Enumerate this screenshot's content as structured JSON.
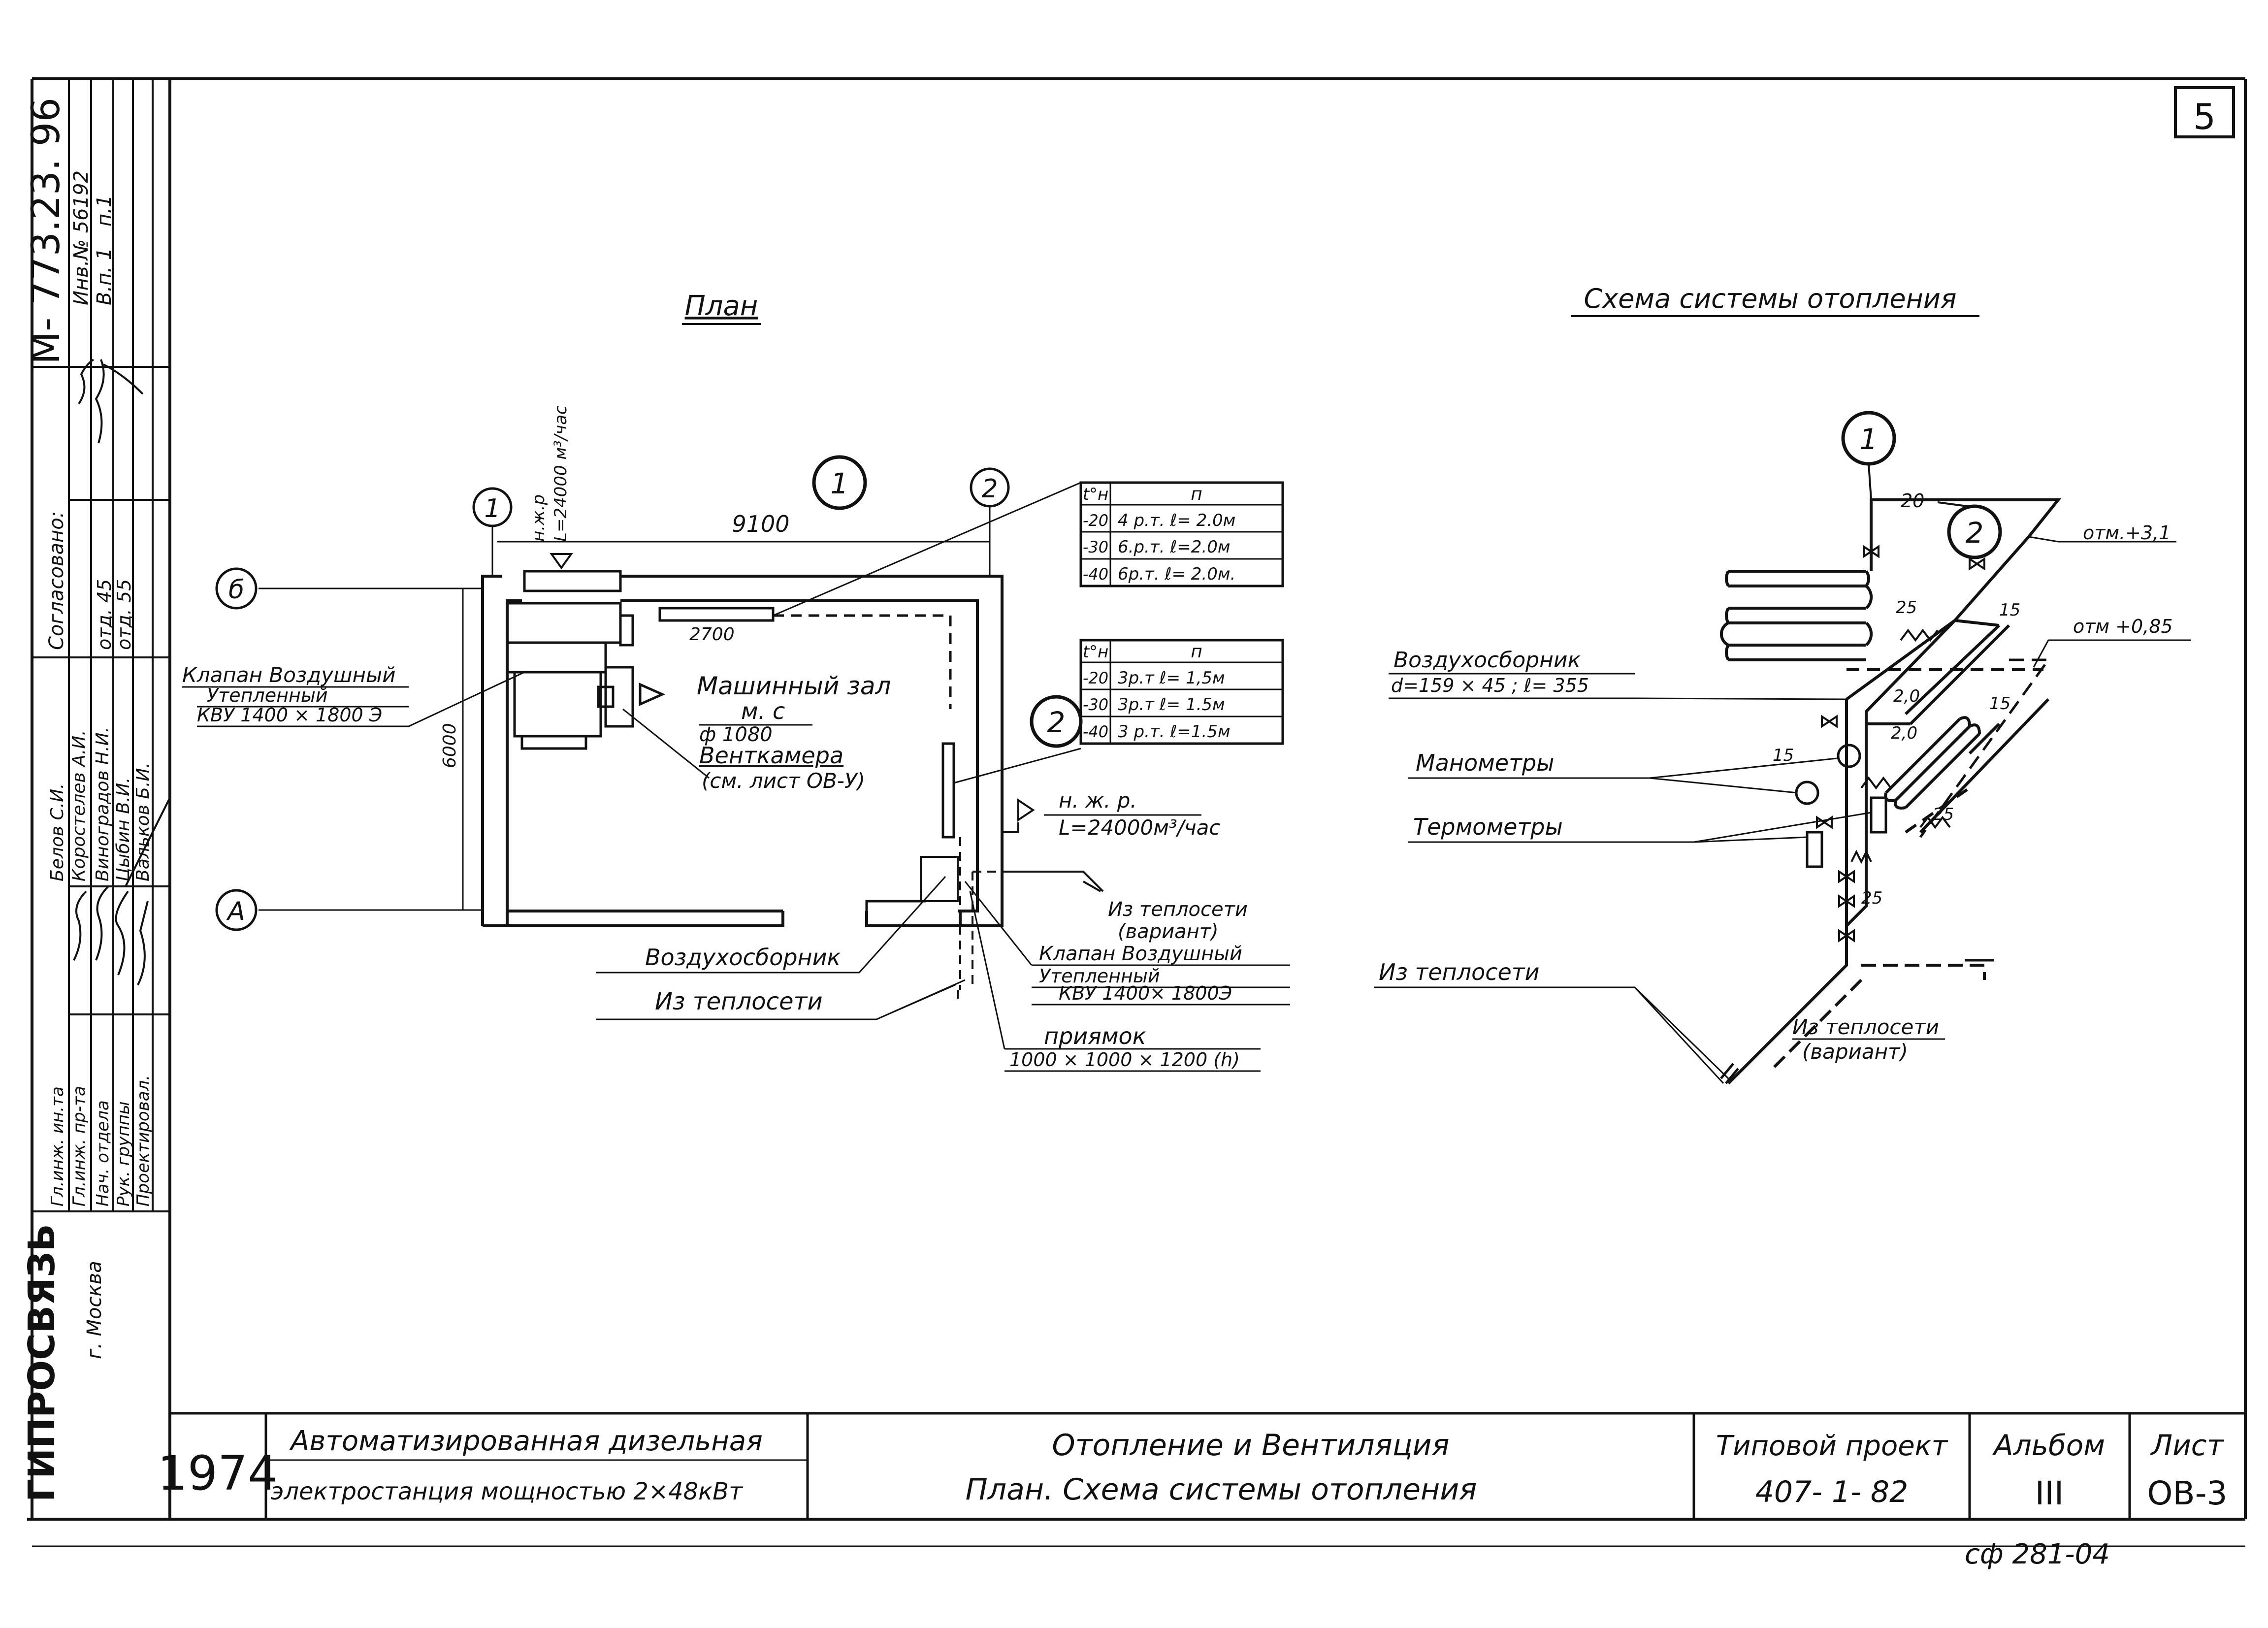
{
  "sheet_number": "5",
  "left_strip": {
    "doc_code": "М- 773.23. 96",
    "inv_no": "Инв.№ 56192",
    "v_p": "В.п. 1",
    "p_l": "п.1",
    "soglasovano": "Согласовано:",
    "otd45": "отд. 45",
    "otd55": "отд. 55",
    "names": [
      "Белов С.И.",
      "Коростелев А.И.",
      "Виноградов Н.И.",
      "Цыбин В.И.",
      "Вальков Б.И."
    ],
    "roles": [
      "Гл.инж. ин.та",
      "Гл.инж. пр-та",
      "Нач. отдела",
      "Рук. группы",
      "Проектировал."
    ],
    "org": "ГИПРОСВЯЗЬ",
    "city": "г. Москва"
  },
  "plan": {
    "title": "План",
    "axes": [
      "1",
      "2",
      "б",
      "А"
    ],
    "unit_no": "1",
    "heater_no": "2",
    "dim_width": "9100",
    "dim_pipe": "2700",
    "dim_height": "6000",
    "air_intake_top": "н.ж.р",
    "air_flow_top": "L=24000 м³/час",
    "air_intake_right": "н. ж. р.",
    "air_flow_right": "L=24000м³/час",
    "hall": "Машинный зал",
    "ms": "м. с",
    "diam": "ф 1080",
    "ventkamera": "Венткамера",
    "ventkamera_ref": "(см. лист ОВ-У)",
    "valve_left": [
      "Клапан Воздушный",
      "Утепленный",
      "КВУ 1400 × 1800 Э"
    ],
    "valve_right": [
      "Клапан Воздушный",
      "Утепленный",
      "КВУ 1400× 1800Э"
    ],
    "from_network_var": [
      "Из теплосети",
      "(вариант)"
    ],
    "air_collector": "Воздухосборник",
    "from_network": "Из теплосети",
    "pit": [
      "приямок",
      "1000 × 1000 × 1200 (h)"
    ],
    "table1": {
      "headers": [
        "t°н",
        "п"
      ],
      "rows": [
        [
          "-20",
          "4 р.т. ℓ= 2.0м"
        ],
        [
          "-30",
          "6.р.т. ℓ=2.0м"
        ],
        [
          "-40",
          "6р.т. ℓ= 2.0м."
        ]
      ]
    },
    "table2": {
      "headers": [
        "t°н",
        "п"
      ],
      "rows": [
        [
          "-20",
          "3р.т ℓ= 1,5м"
        ],
        [
          "-30",
          "3р.т ℓ= 1.5м"
        ],
        [
          "-40",
          "3 р.т. ℓ=1.5м"
        ]
      ]
    }
  },
  "scheme": {
    "title": "Схема системы отопления",
    "unit_no": "1",
    "heater_no": "2",
    "pipe_20": "20",
    "elev_31": "отм.+3,1",
    "elev_085": "отм +0,85",
    "air_collector": "Воздухосборник",
    "air_collector_dims": "d=159 × 45 ; ℓ= 355",
    "manometers": "Манометры",
    "thermometers": "Термометры",
    "from_network": "Из теплосети",
    "from_network_var": [
      "Из теплосети",
      "(вариант)"
    ],
    "sizes": [
      "25",
      "15",
      "2,0",
      "15",
      "15",
      "25",
      "25",
      "2,0"
    ]
  },
  "title_block": {
    "year": "1974",
    "object_line1": "Автоматизированная дизельная",
    "object_line2": "электростанция мощностью 2×48кВт",
    "drawing_line1": "Отопление и Вентиляция",
    "drawing_line2": "План.   Схема системы отопления",
    "project_label": "Типовой проект",
    "project_no": "407- 1- 82",
    "album_label": "Альбом",
    "album_no": "III",
    "sheet_label": "Лист",
    "sheet_no": "ОВ-3"
  },
  "footer_code": "сф 281-04"
}
